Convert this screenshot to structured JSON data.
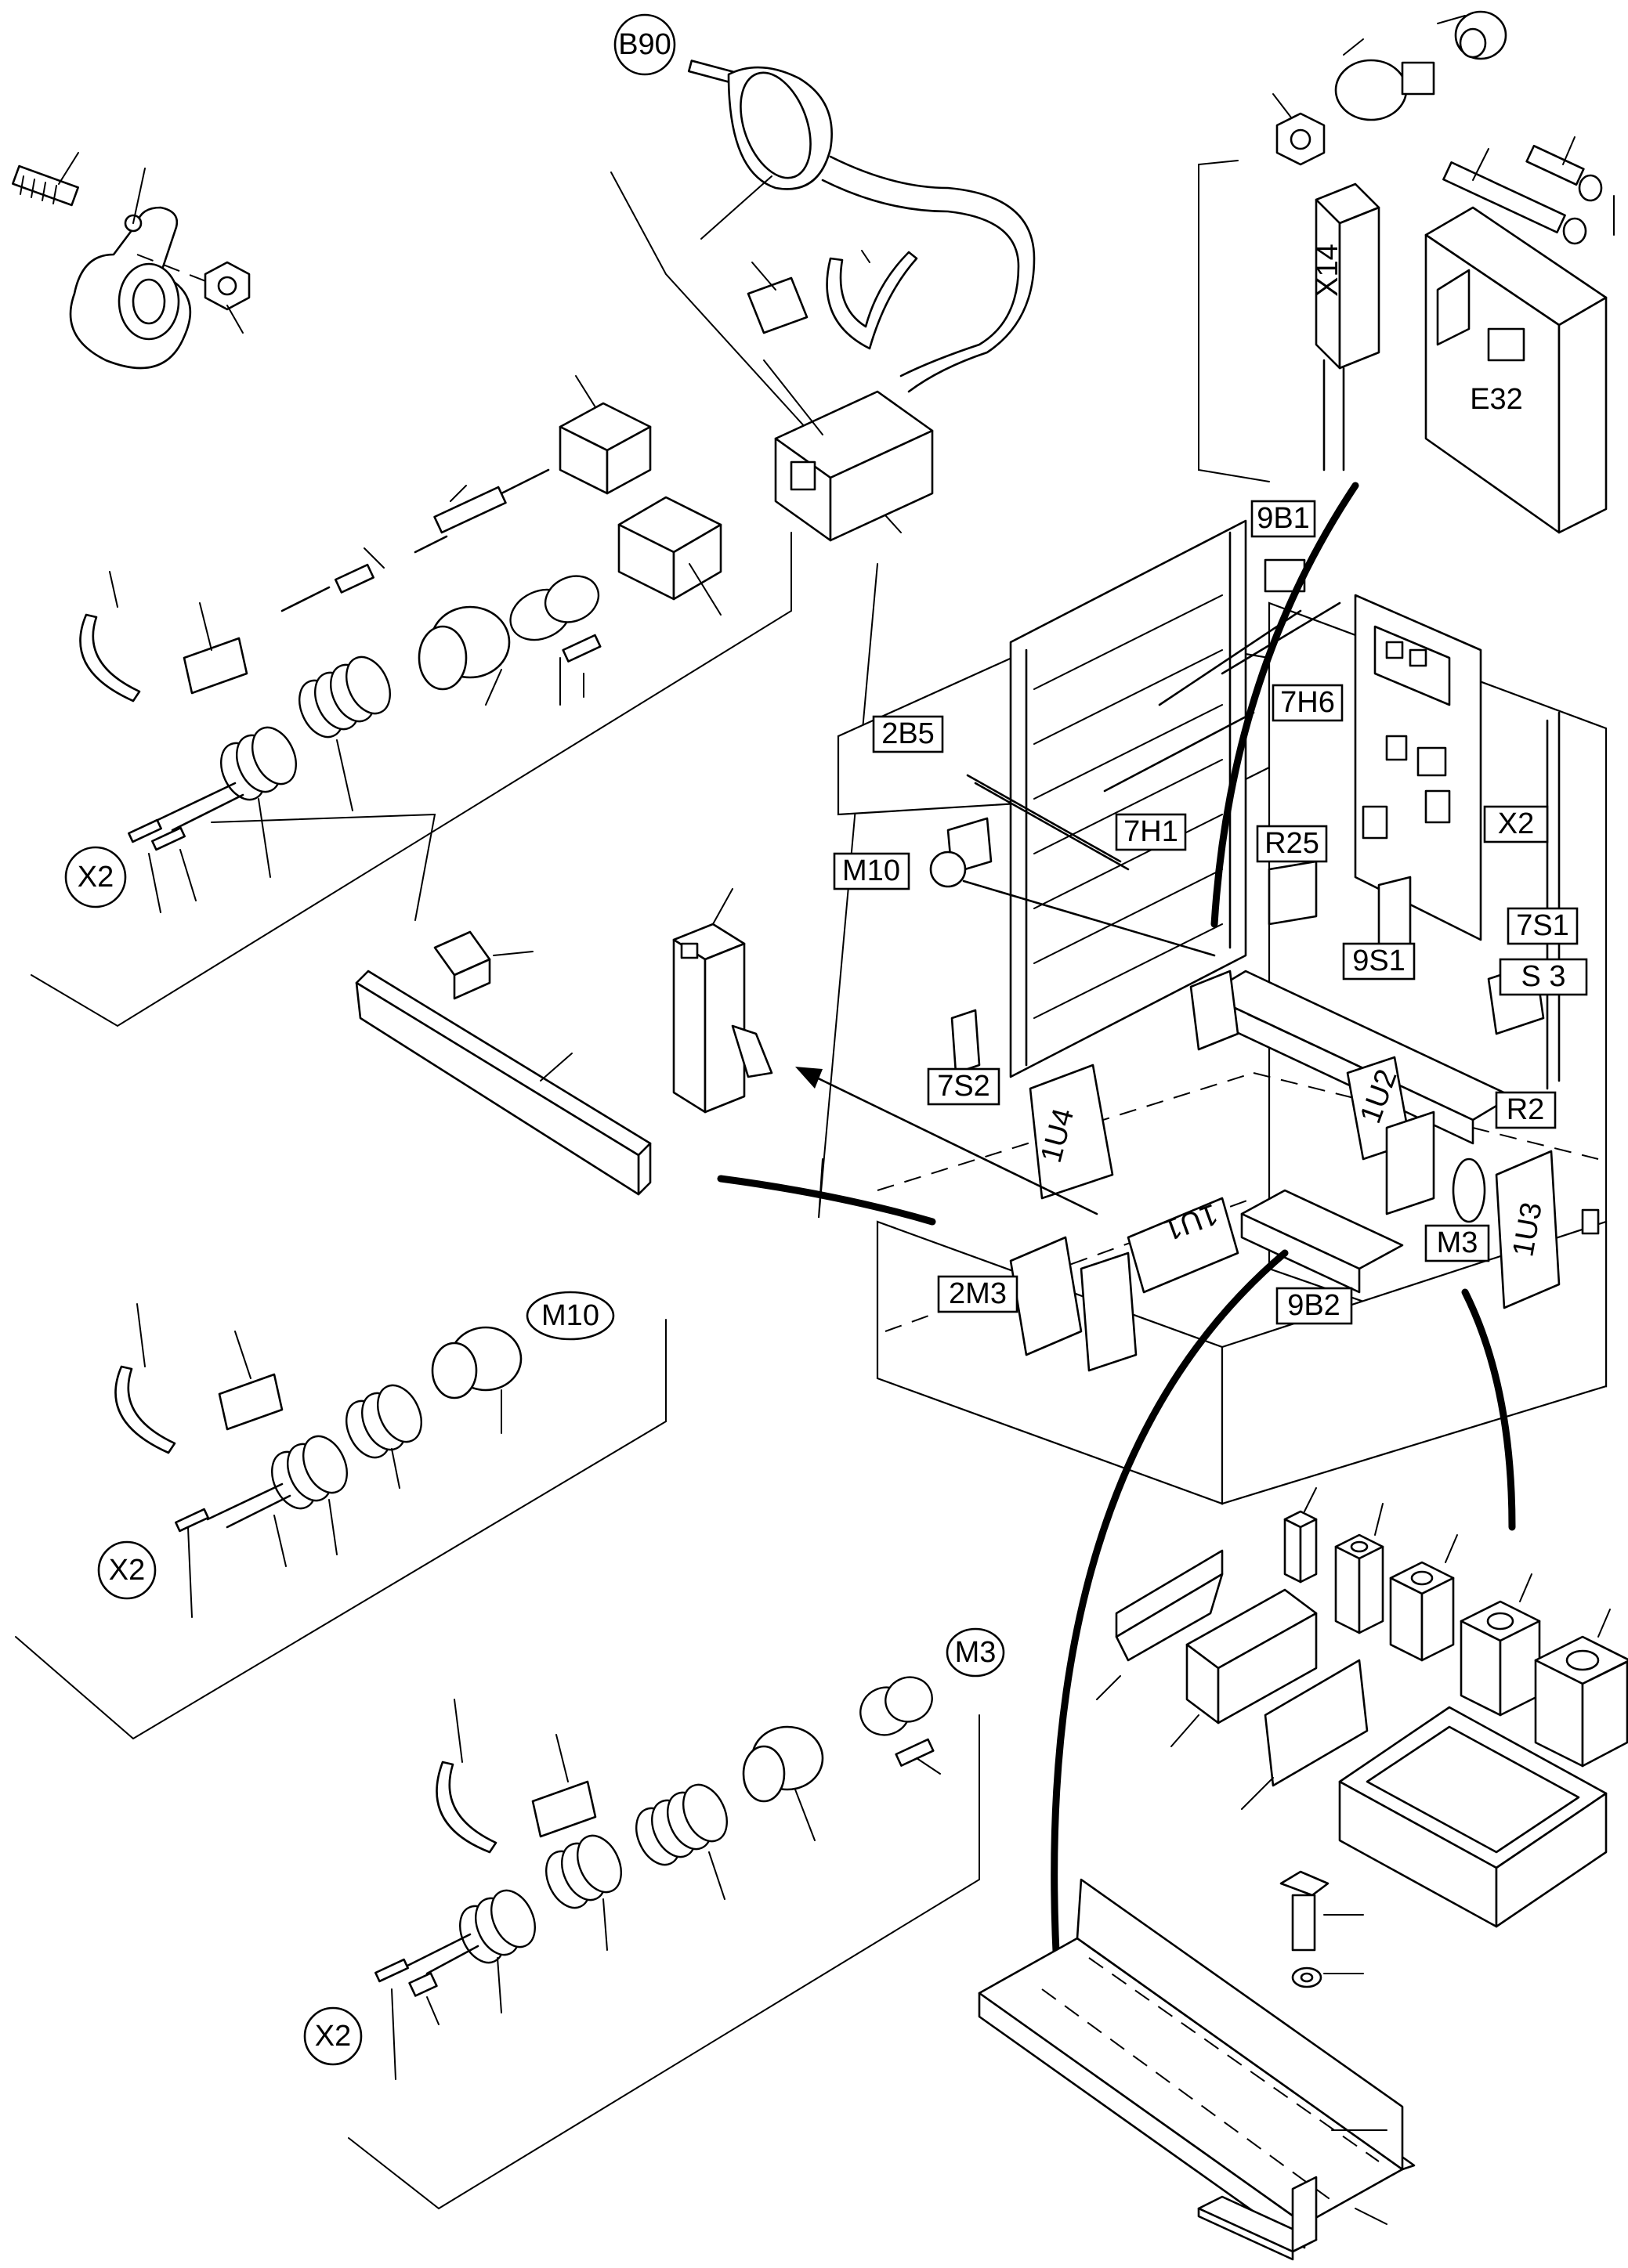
{
  "labels": {
    "B90": "B90",
    "X14": "X14",
    "E32": "E32",
    "9B1": "9B1",
    "2B5": "2B5",
    "7H6": "7H6",
    "7H1": "7H1",
    "R25": "R25",
    "X2_right": "X2",
    "M10_box": "M10",
    "9S1": "9S1",
    "7S1": "7S1",
    "S3": "S 3",
    "7S2": "7S2",
    "R2": "R2",
    "M3_box": "M3",
    "2M3": "2M3",
    "9B2": "9B2",
    "1U4": "1U4",
    "1U2": "1U2",
    "1U1": "1U1",
    "1U3": "1U3",
    "X2_top": "X2",
    "M10_circle": "M10",
    "X2_mid": "X2",
    "M3_circle": "M3",
    "X2_bottom": "X2"
  },
  "colors": {
    "ink": "#000000",
    "paper": "#ffffff"
  }
}
